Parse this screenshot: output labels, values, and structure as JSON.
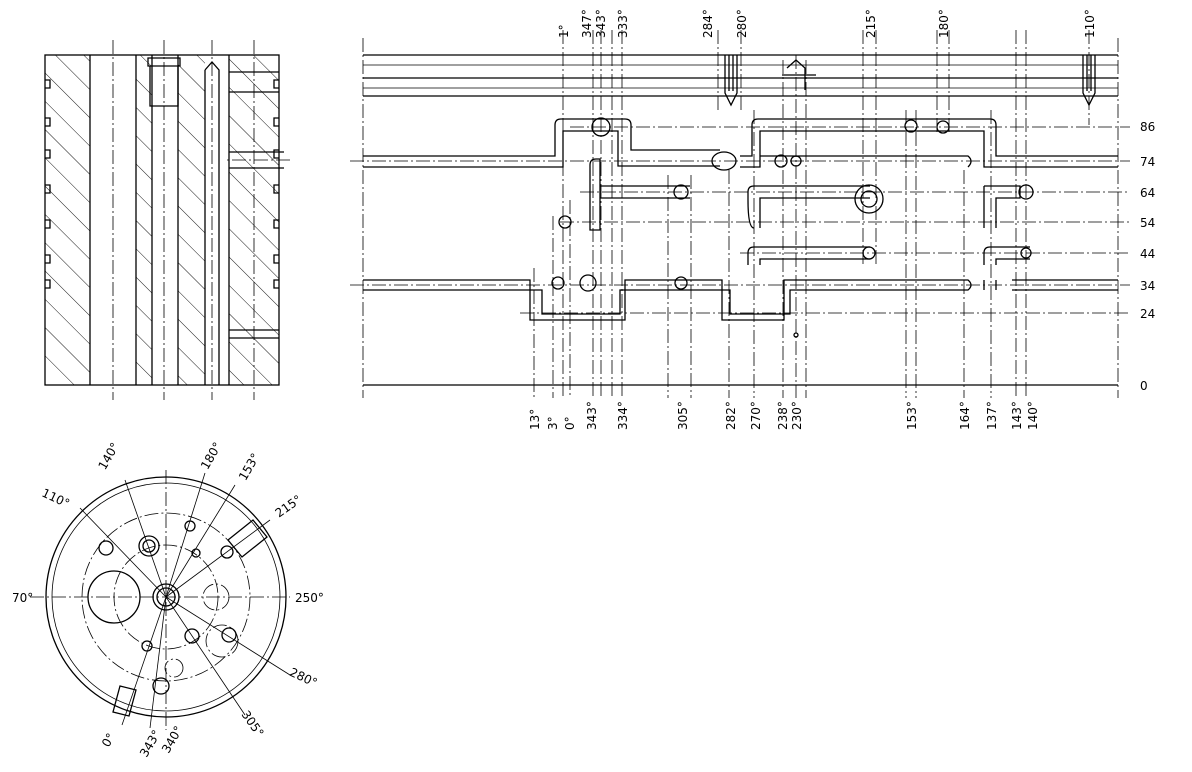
{
  "top_angles": [
    "1°",
    "347°",
    "343°",
    "333°",
    "284°",
    "280°",
    "215°",
    "180°",
    "110°"
  ],
  "bottom_angles": [
    "13°",
    "3°",
    "0°",
    "343°",
    "334°",
    "305°",
    "282°",
    "270°",
    "238°",
    "230°",
    "153°",
    "164°",
    "137°",
    "143°",
    "140°"
  ],
  "levels": [
    "86",
    "74",
    "64",
    "54",
    "44",
    "34",
    "24",
    "0"
  ],
  "circle_angles": [
    "140°",
    "180°",
    "153°",
    "215°",
    "110°",
    "70°",
    "250°",
    "280°",
    "305°",
    "0°",
    "343°",
    "340°"
  ]
}
